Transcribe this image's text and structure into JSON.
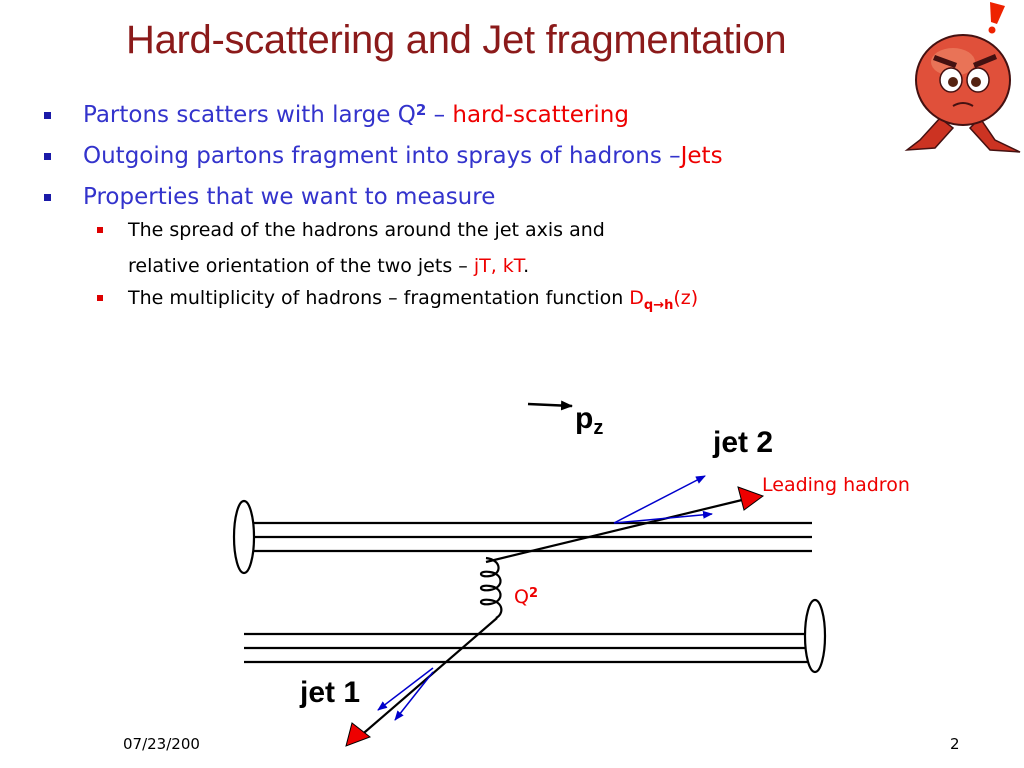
{
  "slide": {
    "title": "Hard-scattering and Jet fragmentation",
    "bullets": {
      "b1_text": "Partons scatters with large Q",
      "b1_sup": "2",
      "b1_dash": " – ",
      "b1_red": "hard-scattering",
      "b2_text": "Outgoing partons fragment into sprays of hadrons –",
      "b2_red": "Jets",
      "b3_text": "Properties that we want to measure",
      "s1_line1": "The spread of the hadrons around the jet axis and",
      "s1_line2": "relative orientation of the two jets – ",
      "s1_red": "jT, kT",
      "s1_period": ".",
      "s2_text": "The multiplicity of hadrons – fragmentation function ",
      "s2_red_D": "D",
      "s2_red_sub": "q→h",
      "s2_red_z": "(z)"
    },
    "diagram": {
      "pz_label": "p",
      "pz_sub": "z",
      "jet2_label": "jet 2",
      "jet1_label": "jet 1",
      "leading_hadron_label": "Leading hadron",
      "q2_label": "Q",
      "q2_sup": "2"
    },
    "footer": {
      "date": "07/23/200",
      "page": "2"
    },
    "colors": {
      "title": "#8B1A1A",
      "bullet_text": "#3333CC",
      "highlight": "#ee0000",
      "arrow_blue": "#0000cc",
      "arrow_red": "#ee0000"
    },
    "mascot": "angry-cartoon-face-icon"
  }
}
